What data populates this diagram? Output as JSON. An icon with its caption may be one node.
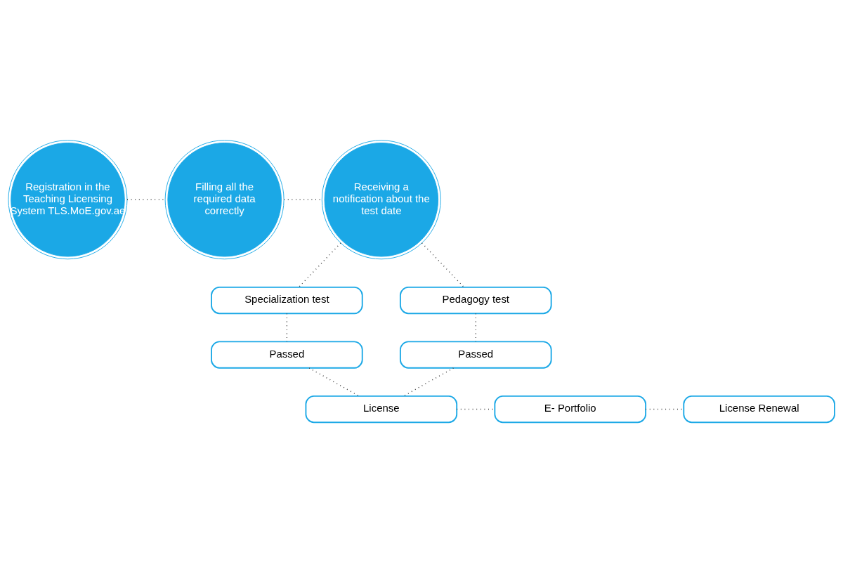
{
  "diagram": {
    "nodes": [
      {
        "text": [
          "Registration in the Teaching Licensing System TLS.MoE.gov.ae"
        ]
      },
      {
        "text": [
          "Filling all the required data correctly"
        ]
      },
      {
        "text": [
          "Receiving a notification about the test date"
        ]
      },
      {
        "text": [
          "Specialization test"
        ]
      },
      {
        "text": [
          "Pedagogy test"
        ]
      },
      {
        "text": [
          "Passed"
        ]
      },
      {
        "text": [
          "Passed"
        ]
      },
      {
        "text": [
          "License"
        ]
      },
      {
        "text": [
          "E- Portfolio"
        ]
      },
      {
        "text": [
          "License Renewal"
        ]
      }
    ],
    "edges": [
      {
        "from": 0,
        "to": 1,
        "arrow": "none"
      },
      {
        "from": 1,
        "to": 2,
        "arrow": "none"
      },
      {
        "from": 2,
        "to": 3,
        "arrow": "none"
      },
      {
        "from": 2,
        "to": 4,
        "arrow": "none"
      },
      {
        "from": 3,
        "to": 5,
        "arrow": "none"
      },
      {
        "from": 4,
        "to": 6,
        "arrow": "none"
      },
      {
        "from": 5,
        "to": 7,
        "arrow": "none"
      },
      {
        "from": 6,
        "to": 7,
        "arrow": "none"
      },
      {
        "from": 7,
        "to": 8,
        "arrow": "none"
      },
      {
        "from": 8,
        "to": 9,
        "arrow": "none"
      }
    ]
  }
}
